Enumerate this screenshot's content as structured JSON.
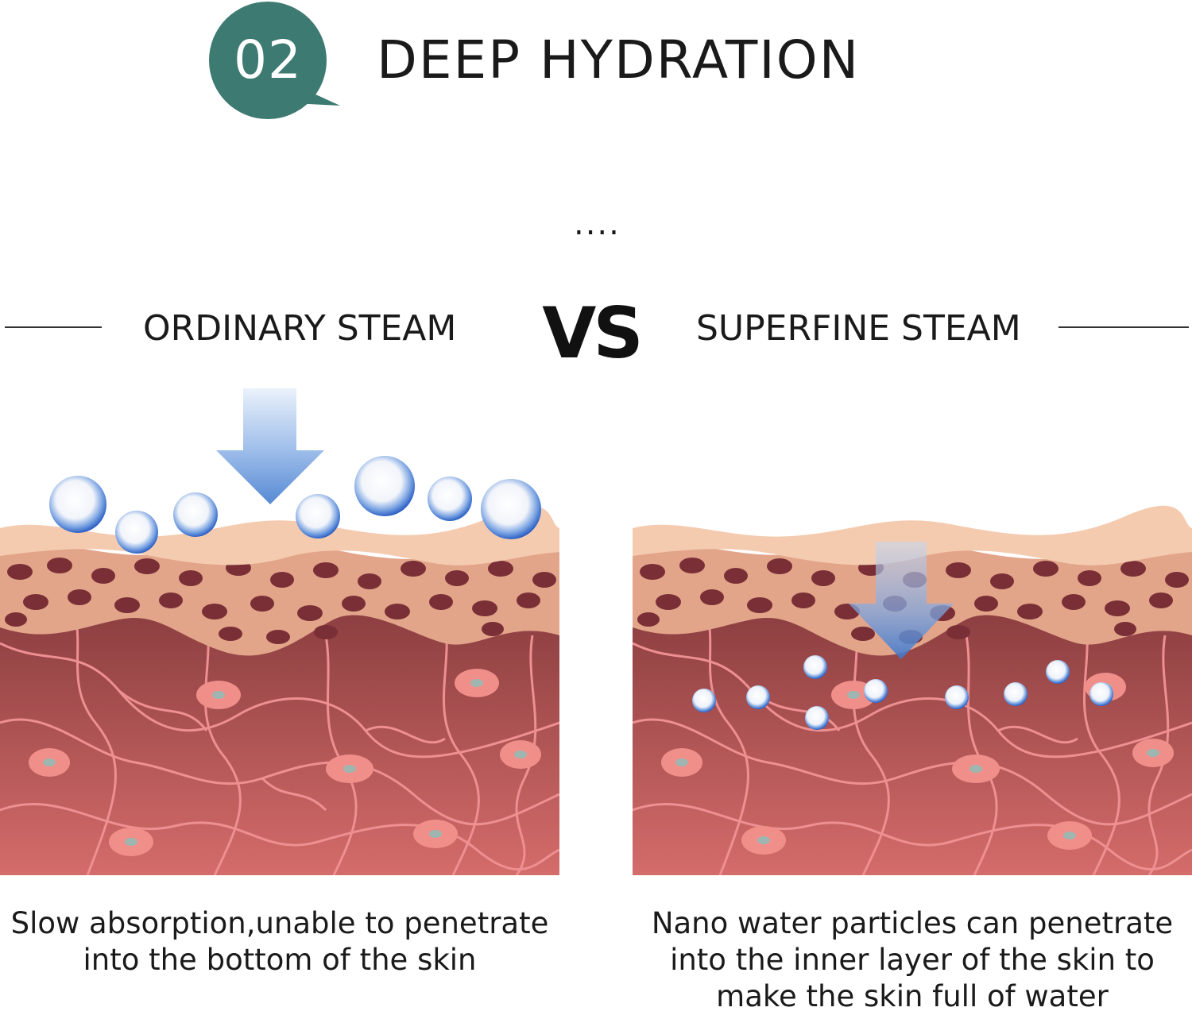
{
  "header": {
    "badge_number": "02",
    "title": "DEEP HYDRATION"
  },
  "divider_dots": "....",
  "comparison": {
    "left": {
      "heading": "ORDINARY STEAM",
      "caption": "Slow absorption,unable to penetrate into the bottom of the skin"
    },
    "vs_label": "VS",
    "right": {
      "heading": "SUPERFINE STEAM",
      "caption": "Nano water particles can penetrate into the inner layer of the skin to make the skin full of water"
    }
  },
  "colors": {
    "badge": "#3d7a72",
    "surface": "#f5cbb0",
    "epidermis": "#e2a58a",
    "cell": "#7a2f36",
    "dermis_top": "#8a3d3f",
    "dermis_bottom": "#d46c6a",
    "fiber": "#ee8f91",
    "droplet": "#2f66c7",
    "arrow": "#5b8fd4"
  }
}
